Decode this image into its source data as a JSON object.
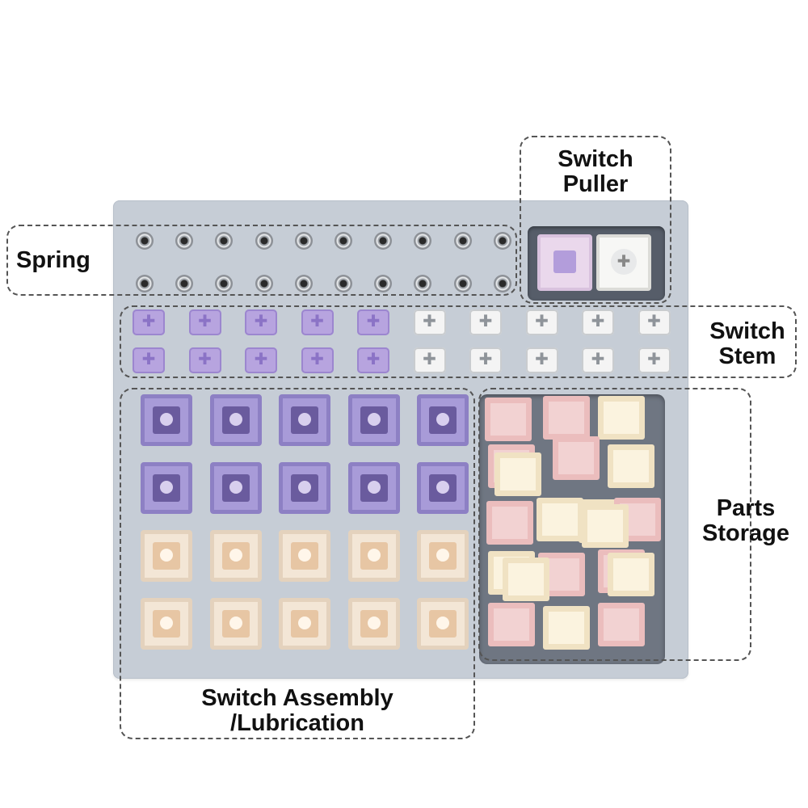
{
  "labels": {
    "spring": "Spring",
    "switch_puller": [
      "Switch",
      "Puller"
    ],
    "switch_stem": [
      "Switch",
      "Stem"
    ],
    "parts_storage": [
      "Parts",
      "Storage"
    ],
    "switch_assembly": [
      "Switch Assembly",
      "/Lubrication"
    ]
  },
  "colors": {
    "board": "#c6cdd6",
    "purple_switch": "#a89bd8",
    "cream_switch": "#f3e6d6",
    "pink_housing": "#f2d2d2",
    "ivory_housing": "#fbf3df",
    "callout_border": "#555555"
  },
  "icons": {
    "spring": "spring-icon",
    "stem": "switch-stem-icon",
    "switch": "switch-icon",
    "housing": "switch-housing-icon",
    "puller": "switch-puller-icon"
  }
}
